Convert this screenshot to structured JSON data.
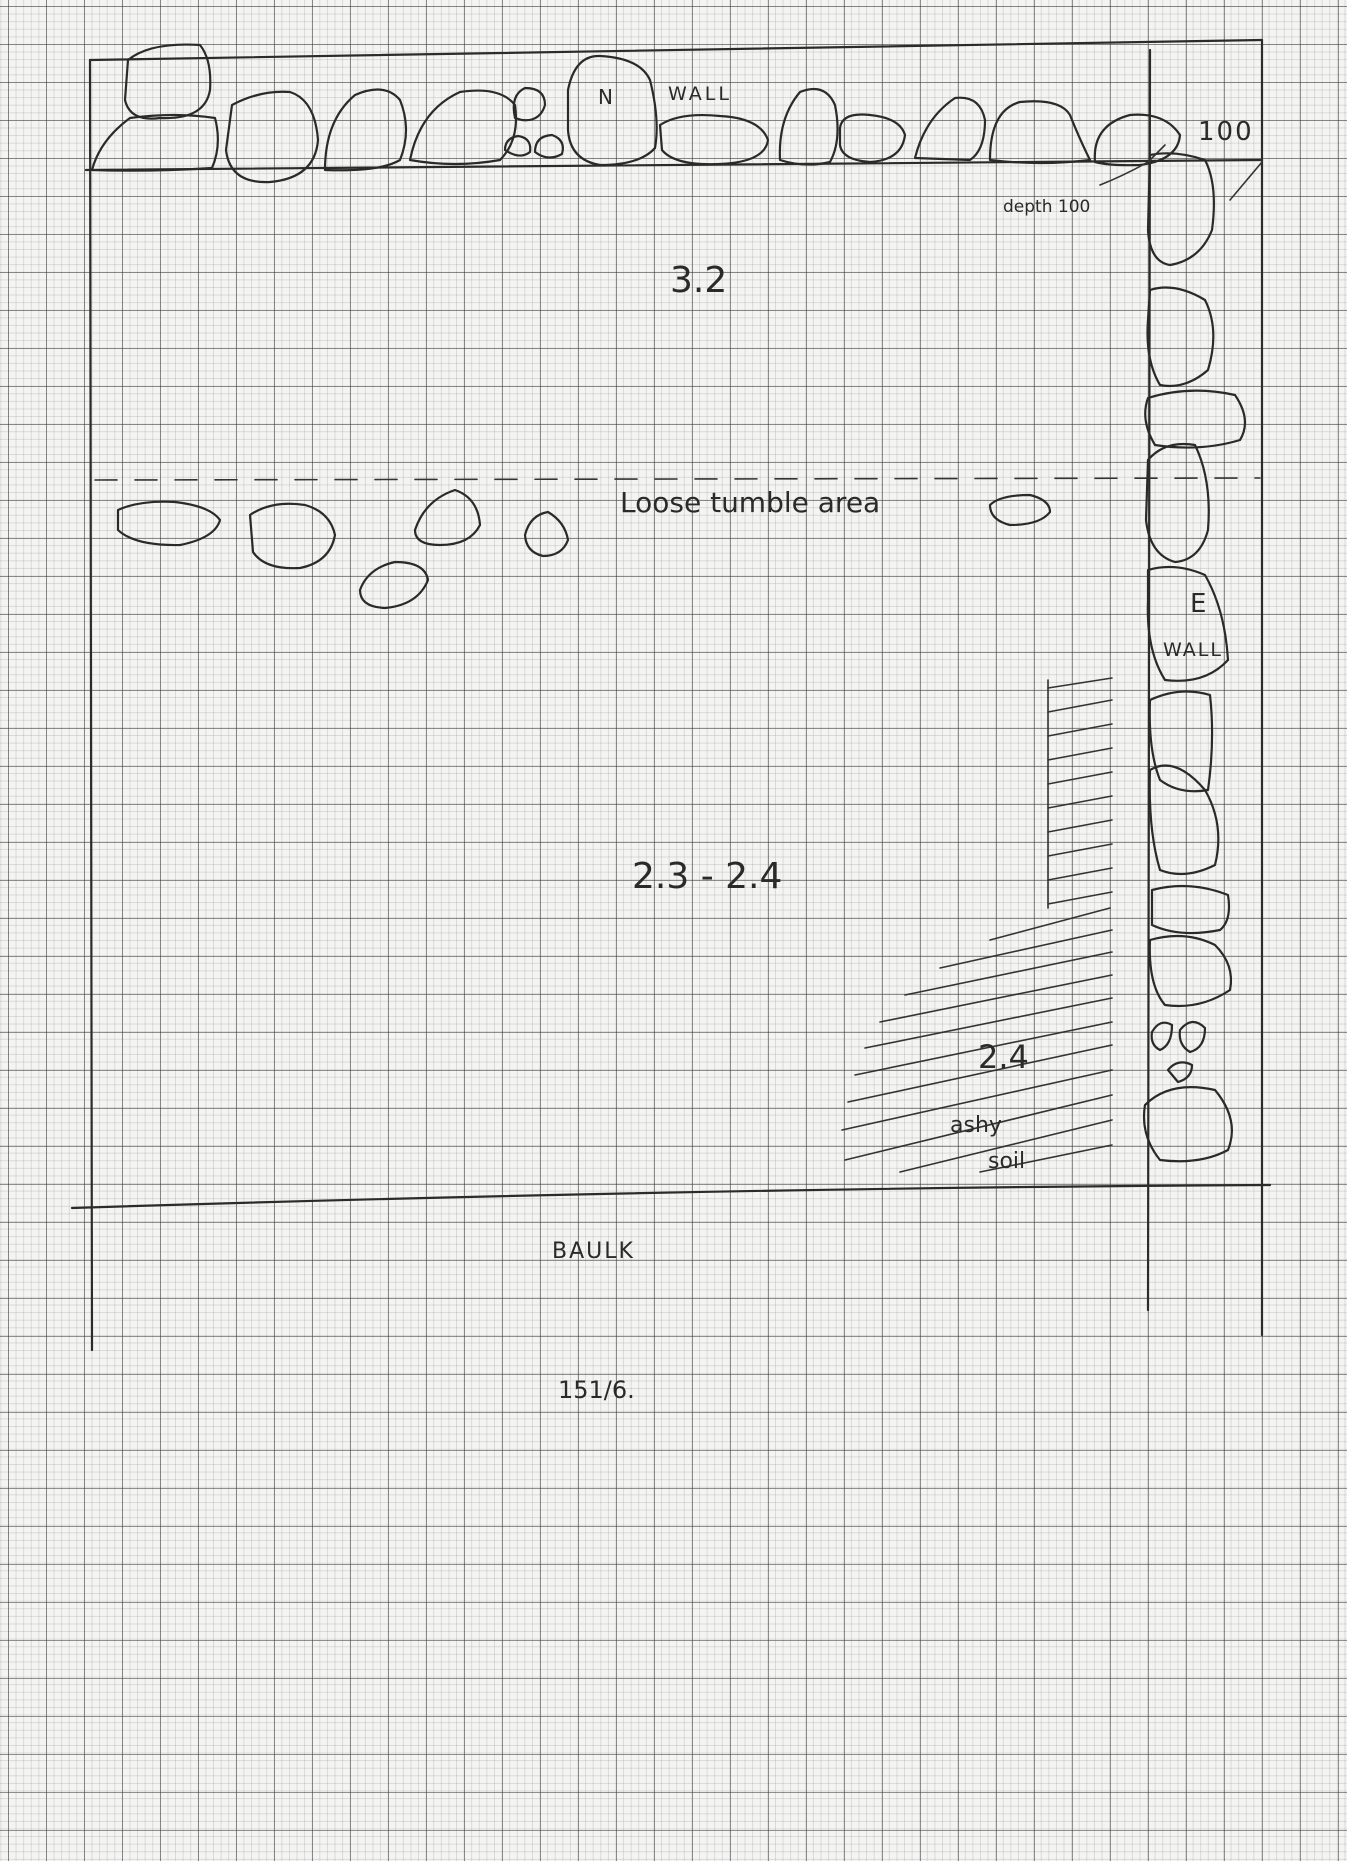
{
  "labels": {
    "north_wall": "WALL",
    "north_marker": "N",
    "east_marker": "E",
    "east_wall": "WALL",
    "depth_top_right": "100",
    "depth_label": "depth 100",
    "context_upper": "3.2",
    "tumble": "Loose tumble area",
    "context_middle": "2.3 - 2.4",
    "context_hatched": "2.4",
    "ashy": "ashy",
    "soil": "soil",
    "baulk": "BAULK",
    "sheet_ref": "151/6."
  },
  "colors": {
    "ink": "#2b2b2b",
    "paper": "#f4f4f2"
  }
}
